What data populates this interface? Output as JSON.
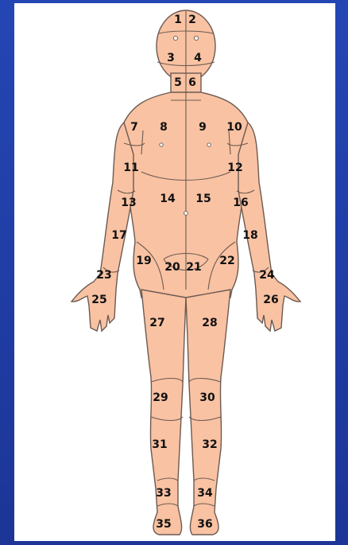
{
  "diagram": {
    "background_color": "#1f3aa0",
    "skin_color": "#f9c2a2",
    "region_labels": [
      "1",
      "2",
      "3",
      "4",
      "5",
      "6",
      "7",
      "8",
      "9",
      "10",
      "11",
      "12",
      "13",
      "14",
      "15",
      "16",
      "17",
      "18",
      "19",
      "20",
      "21",
      "22",
      "23",
      "24",
      "25",
      "26",
      "27",
      "28",
      "29",
      "30",
      "31",
      "32",
      "33",
      "34",
      "35",
      "36"
    ]
  }
}
